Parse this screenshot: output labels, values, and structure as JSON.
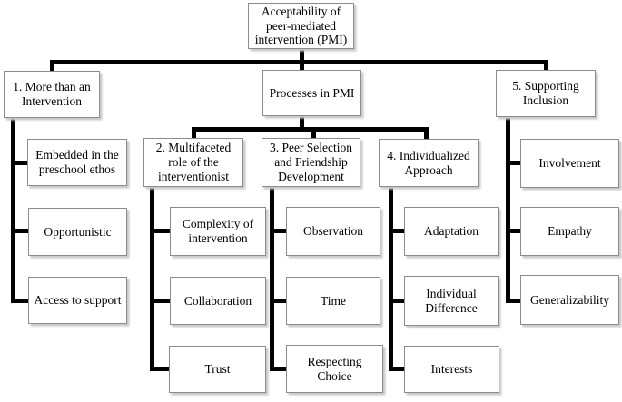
{
  "figure": {
    "type": "hierarchy-diagram",
    "root_label": "Acceptability of peer-mediated intervention (PMI)"
  },
  "nodes": {
    "root": "Acceptability of peer-mediated intervention (PMI)",
    "more_than_an_intervention": "1. More than an Intervention",
    "processes_in_pmi": "Processes in PMI",
    "supporting_inclusion": "5. Supporting Inclusion",
    "multifaceted_role": "2. Multifaceted role of the interventionist",
    "peer_selection_friendship": "3. Peer Selection and Friendship Development",
    "individualized_approach": "4. Individualized Approach",
    "embedded_preschool_ethos": "Embedded in the preschool ethos",
    "opportunistic": "Opportunistic",
    "access_to_support": "Access to support",
    "complexity_of_intervention": "Complexity of intervention",
    "collaboration": "Collaboration",
    "trust": "Trust",
    "observation": "Observation",
    "time": "Time",
    "respecting_choice": "Respecting Choice",
    "adaptation": "Adaptation",
    "individual_difference": "Individual Difference",
    "interests": "Interests",
    "involvement": "Involvement",
    "empathy": "Empathy",
    "generalizability": "Generalizability"
  },
  "hierarchy": {
    "root": "Acceptability of peer-mediated intervention (PMI)",
    "branches": [
      {
        "label": "1. More than an Intervention",
        "children": [
          "Embedded in the preschool ethos",
          "Opportunistic",
          "Access to support"
        ]
      },
      {
        "label": "Processes in PMI",
        "children": [
          {
            "label": "2. Multifaceted role of the interventionist",
            "children": [
              "Complexity of intervention",
              "Collaboration",
              "Trust"
            ]
          },
          {
            "label": "3. Peer Selection and Friendship Development",
            "children": [
              "Observation",
              "Time",
              "Respecting Choice"
            ]
          },
          {
            "label": "4. Individualized Approach",
            "children": [
              "Adaptation",
              "Individual Difference",
              "Interests"
            ]
          }
        ]
      },
      {
        "label": "5. Supporting Inclusion",
        "children": [
          "Involvement",
          "Empathy",
          "Generalizability"
        ]
      }
    ]
  },
  "colors": {
    "connector_line": "#000000",
    "box_border": "#8c8c8c",
    "box_shadow": "#c9c9c9",
    "box_fill": "#ffffff",
    "text": "#000000",
    "background": "#ffffff"
  }
}
